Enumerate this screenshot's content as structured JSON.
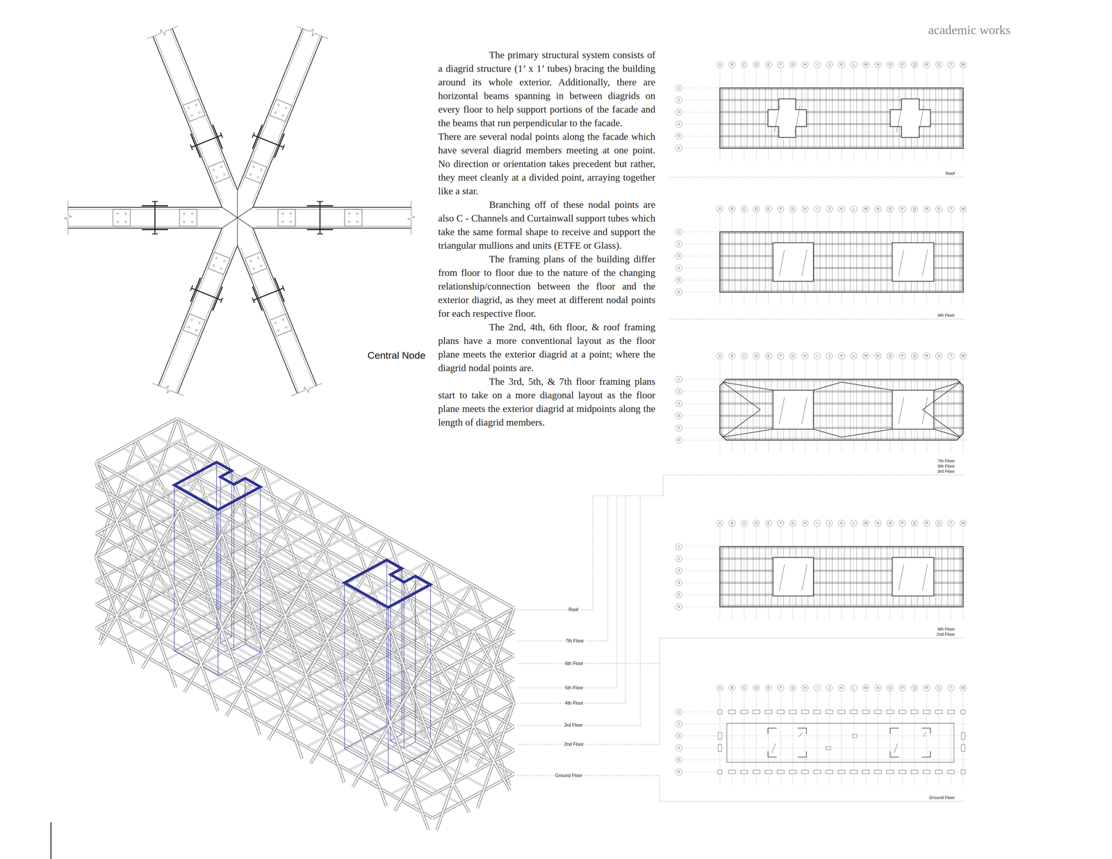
{
  "diagram": {
    "nodes": [
      {
        "text": [
          "Roof",
          "A",
          "B",
          "C",
          "D",
          "E",
          "F",
          "G",
          "H",
          "I",
          "J",
          "K",
          "L",
          "M",
          "N",
          "O",
          "P",
          "Q",
          "R",
          "S",
          "T",
          "W",
          "1",
          "2",
          "3",
          "4",
          "5",
          "6"
        ]
      },
      {
        "text": [
          "4th Floor",
          "A",
          "B",
          "C",
          "D",
          "E",
          "F",
          "G",
          "H",
          "I",
          "J",
          "K",
          "L",
          "M",
          "N",
          "O",
          "P",
          "Q",
          "R",
          "S",
          "T",
          "W",
          "1",
          "2",
          "3",
          "4",
          "5",
          "6"
        ]
      },
      {
        "text": [
          "7th Floor",
          "5th Floor",
          "3rd Floor",
          "A",
          "B",
          "C",
          "D",
          "E",
          "F",
          "G",
          "H",
          "I",
          "J",
          "K",
          "L",
          "M",
          "N",
          "O",
          "P",
          "Q",
          "R",
          "S",
          "T",
          "W",
          "1",
          "2",
          "3",
          "4",
          "5",
          "6"
        ]
      },
      {
        "text": [
          "6th Floor",
          "2nd Floor",
          "A",
          "B",
          "C",
          "D",
          "E",
          "F",
          "G",
          "H",
          "I",
          "J",
          "K",
          "L",
          "M",
          "N",
          "O",
          "P",
          "Q",
          "R",
          "S",
          "T",
          "W",
          "1",
          "2",
          "3",
          "4",
          "5",
          "6"
        ]
      },
      {
        "text": [
          "Ground Floor",
          "A",
          "B",
          "C",
          "D",
          "E",
          "F",
          "G",
          "H",
          "I",
          "J",
          "K",
          "L",
          "M",
          "N",
          "O",
          "P",
          "Q",
          "R",
          "S",
          "T",
          "W",
          "1",
          "2",
          "3",
          "4",
          "5",
          "6"
        ]
      }
    ],
    "labels": [
      "academic works",
      "The primary structural system consists of a diagrid structure (1’ x 1’ tubes) bracing the building around its whole exterior. Additionally, there are horizontal beams spanning in between diagrids on every floor to help support portions of the facade and the beams that run perpendicular to the facade.",
      "There are several nodal points along the facade which have several diagrid members meeting at one point. No direction or orientation takes precedent but rather, they meet cleanly at a divided point, arraying together like a star.",
      "Branching off of these nodal points are also C - Channels and Curtainwall support tubes which take the same formal shape to receive and support the triangular mullions and units (ETFE or Glass).",
      "The framing plans of the building differ from floor to floor due to the nature of the changing relationship/connection between the floor and the exterior diagrid, as they meet at different nodal points for each respective floor.",
      "The 2nd, 4th, 6th floor, & roof framing plans have a more conventional layout as the floor plane meets the exterior diagrid at a point; where the diagrid nodal points are.",
      "The 3rd, 5th, & 7th floor framing plans start to take on a more diagonal layout as the floor plane meets the exterior diagrid at midpoints along the length of diagrid members.",
      "Central Node",
      "Roof",
      "7th Floor",
      "6th Floor",
      "5th Floor",
      "4th Floor",
      "3rd Floor",
      "2nd Floor",
      "Ground Floor"
    ]
  }
}
